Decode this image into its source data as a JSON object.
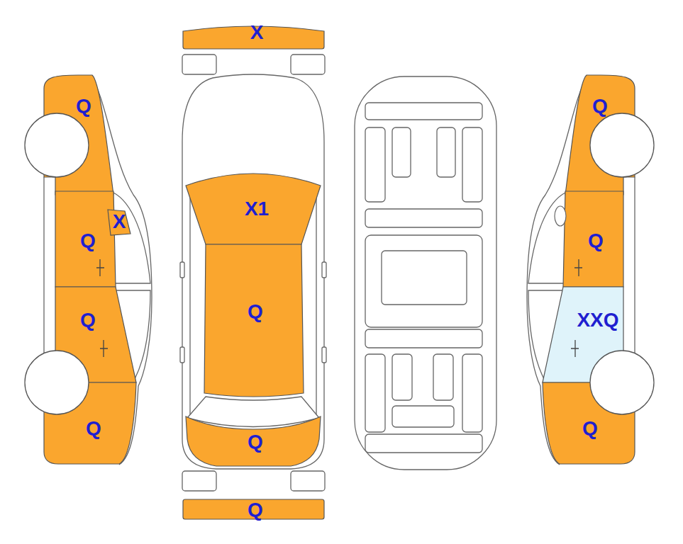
{
  "diagram": {
    "nodes": [
      {
        "text": [
          "X"
        ]
      },
      {
        "text": [
          "Q"
        ]
      },
      {
        "text": [
          "X"
        ]
      },
      {
        "text": [
          "Q"
        ]
      },
      {
        "text": [
          "Q"
        ]
      },
      {
        "text": [
          "Q"
        ]
      },
      {
        "text": [
          "X1"
        ]
      },
      {
        "text": [
          "Q"
        ]
      },
      {
        "text": [
          "Q"
        ]
      },
      {
        "text": [
          "Q"
        ]
      },
      {
        "text": [
          "Q"
        ]
      },
      {
        "text": [
          "Q"
        ]
      },
      {
        "text": [
          "XXQ"
        ]
      },
      {
        "text": [
          "Q"
        ]
      }
    ]
  }
}
